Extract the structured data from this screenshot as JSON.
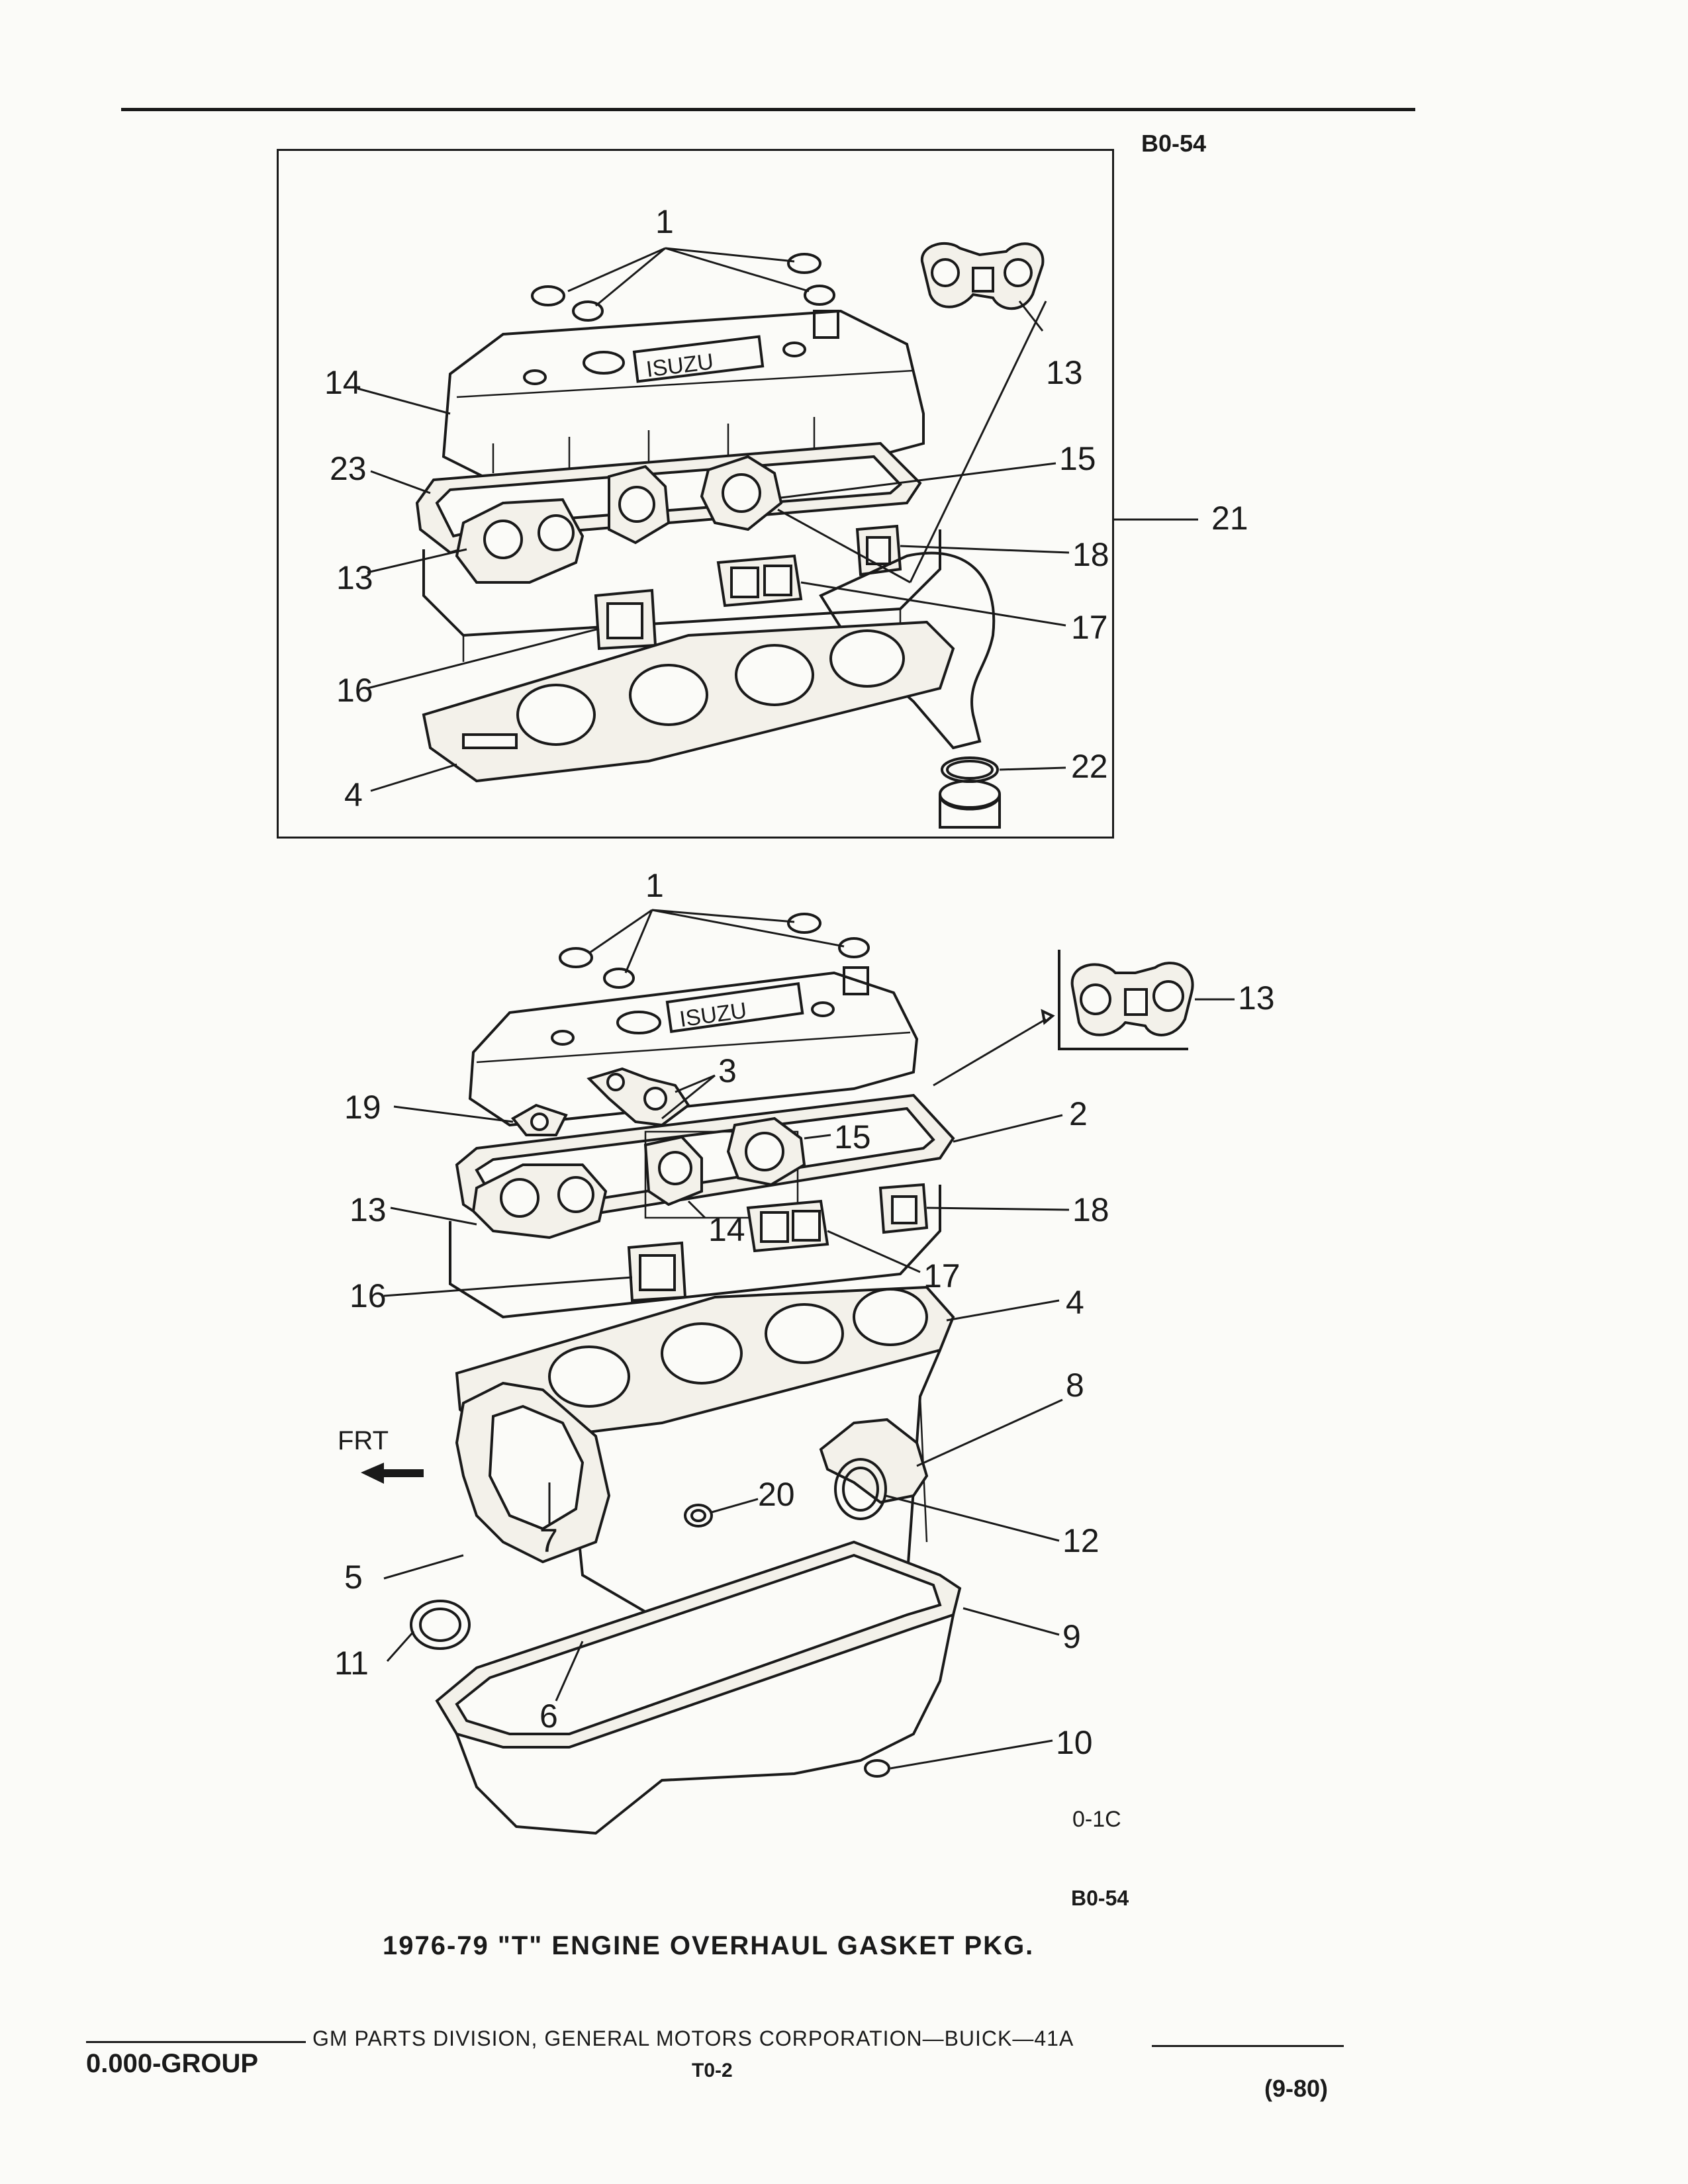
{
  "header": {
    "ref_code_top": "B0-54"
  },
  "top_diagram": {
    "callouts": [
      "1",
      "13",
      "14",
      "15",
      "23",
      "21",
      "18",
      "13",
      "17",
      "16",
      "22",
      "4"
    ],
    "brand_text": "ISUZU"
  },
  "bottom_diagram": {
    "callouts": [
      "1",
      "13",
      "3",
      "19",
      "2",
      "15",
      "18",
      "13",
      "14",
      "17",
      "16",
      "4",
      "8",
      "20",
      "12",
      "7",
      "5",
      "9",
      "11",
      "6",
      "10"
    ],
    "front_label": "FRT",
    "brand_text": "ISUZU",
    "figure_id": "0-1C"
  },
  "caption": {
    "ref_code": "B0-54",
    "title": "1976-79 \"T\" ENGINE OVERHAUL GASKET PKG."
  },
  "footer": {
    "group": "0.000-GROUP",
    "division": "GM PARTS DIVISION, GENERAL MOTORS CORPORATION—BUICK—41A",
    "page": "T0-2",
    "date": "(9-80)"
  }
}
